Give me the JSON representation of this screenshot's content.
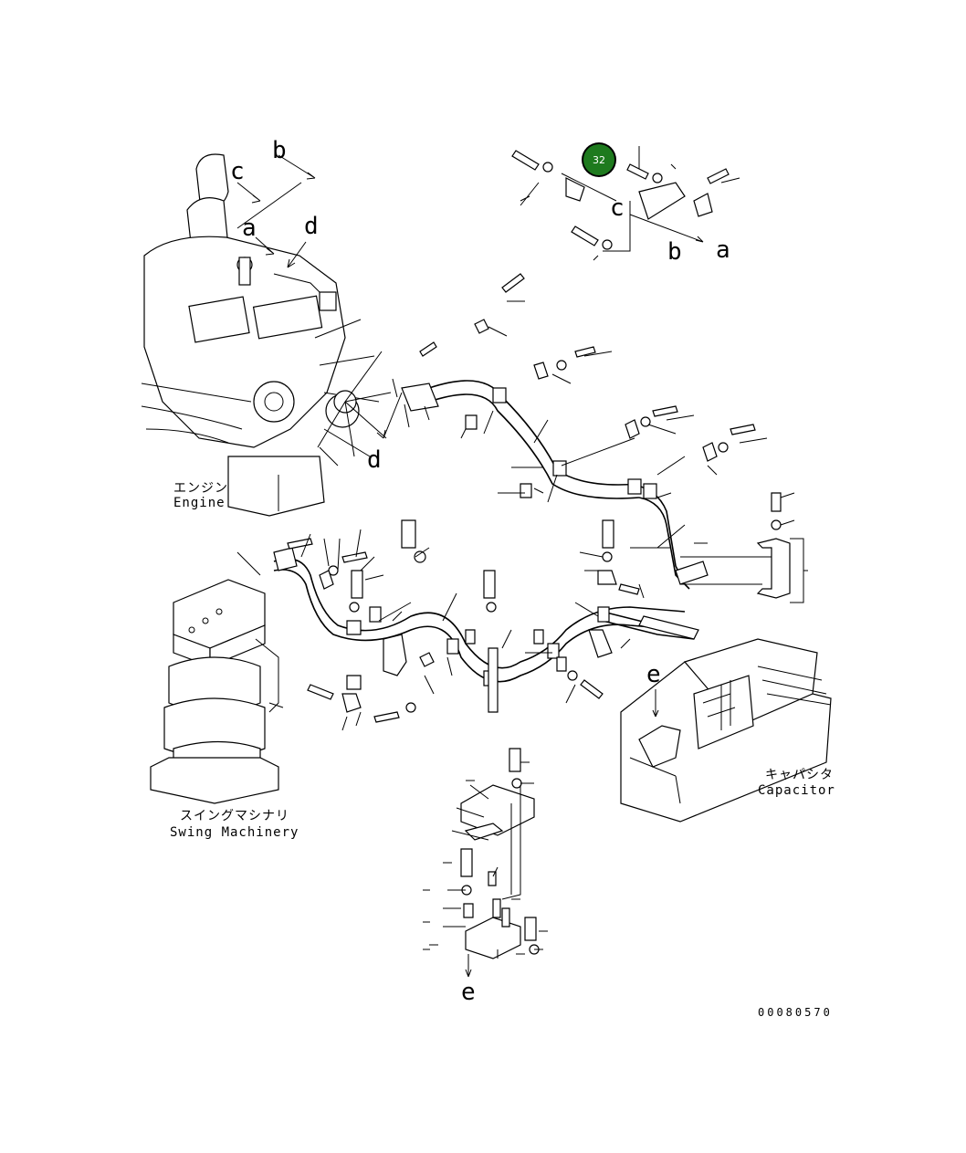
{
  "callout": {
    "number": "32",
    "color": "#1e7a1e"
  },
  "view_letters": {
    "a": "a",
    "b": "b",
    "c": "c",
    "d": "d",
    "e": "e"
  },
  "components": {
    "engine": {
      "ja": "エンジン",
      "en": "Engine"
    },
    "swing_machinery": {
      "ja": "スイングマシナリ",
      "en": "Swing Machinery"
    },
    "capacitor": {
      "ja": "キャパシタ",
      "en": "Capacitor"
    }
  },
  "drawing_number": "00080570"
}
